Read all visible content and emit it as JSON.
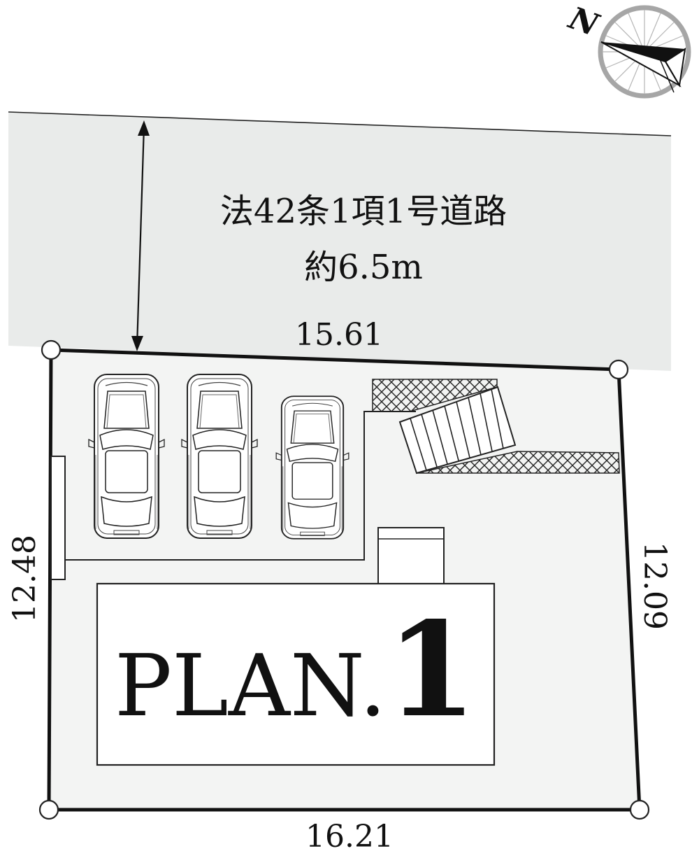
{
  "road": {
    "name": "法42条1項1号道路",
    "width": "約6.5m",
    "fill_color": "#e9ebea"
  },
  "dimensions": {
    "front": "15.61",
    "rear": "16.21",
    "left": "12.48",
    "right": "12.09"
  },
  "compass": {
    "label": "N",
    "icon": "north-arrow-compass-icon"
  },
  "building": {
    "plan_word": "PLAN.",
    "plan_number": "1"
  },
  "parking": {
    "icon": "car-top-view-icon"
  },
  "colors": {
    "lot_fill": "#f3f4f3",
    "boundary": "#111111",
    "compass_ring": "#a6a6a6"
  }
}
